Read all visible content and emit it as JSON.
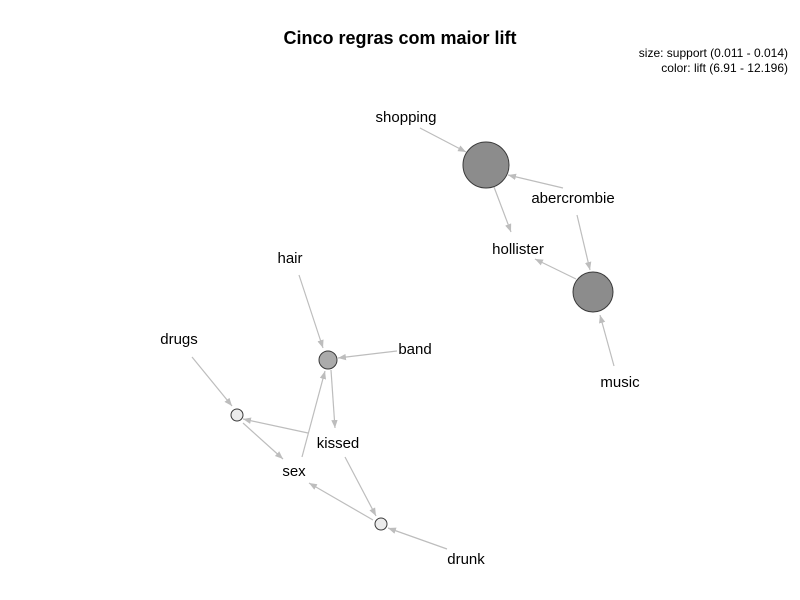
{
  "title": "Cinco regras com maior lift",
  "legend": {
    "size_text": "size: support (0.011 - 0.014)",
    "color_text": "color: lift (6.91 - 12.196)"
  },
  "items": [
    {
      "id": "shopping",
      "label": "shopping"
    },
    {
      "id": "abercrombie",
      "label": "abercrombie"
    },
    {
      "id": "hollister",
      "label": "hollister"
    },
    {
      "id": "music",
      "label": "music"
    },
    {
      "id": "hair",
      "label": "hair"
    },
    {
      "id": "band",
      "label": "band"
    },
    {
      "id": "drugs",
      "label": "drugs"
    },
    {
      "id": "kissed",
      "label": "kissed"
    },
    {
      "id": "sex",
      "label": "sex"
    },
    {
      "id": "drunk",
      "label": "drunk"
    }
  ],
  "rules": [
    {
      "id": "r1",
      "color": "#8c8c8c",
      "lhs": [
        "shopping",
        "abercrombie"
      ],
      "rhs": "hollister"
    },
    {
      "id": "r2",
      "color": "#8c8c8c",
      "lhs": [
        "abercrombie",
        "music"
      ],
      "rhs": "hollister"
    },
    {
      "id": "r3",
      "color": "#ababab",
      "lhs": [
        "hair",
        "band",
        "sex"
      ],
      "rhs": "kissed"
    },
    {
      "id": "r4",
      "color": "#ececec",
      "lhs": [
        "drugs",
        "kissed"
      ],
      "rhs": "sex"
    },
    {
      "id": "r5",
      "color": "#ececec",
      "lhs": [
        "kissed",
        "drunk"
      ],
      "rhs": "sex"
    }
  ]
}
